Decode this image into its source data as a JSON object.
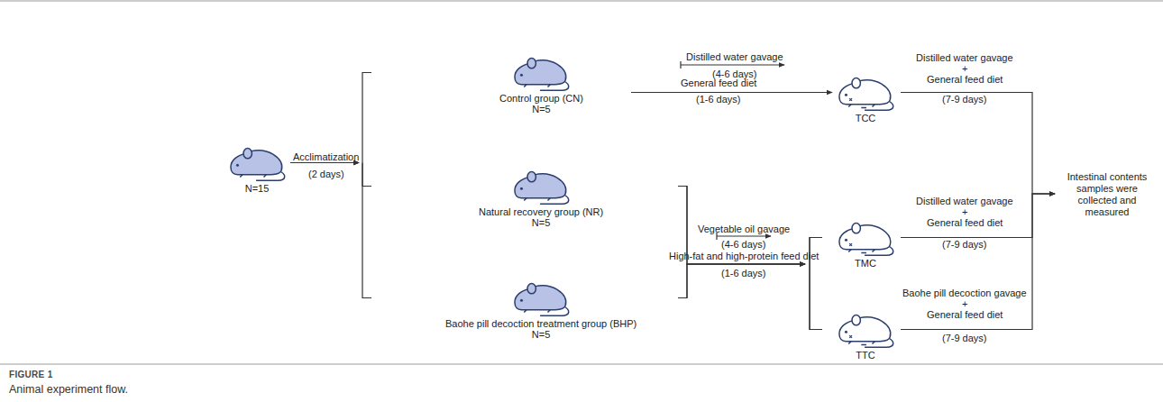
{
  "diagram": {
    "caption": "Animal experiment flow.",
    "nodes": [
      {
        "text": [
          "N=15"
        ]
      },
      {
        "text": [
          "Control group (CN)",
          "N=5"
        ]
      },
      {
        "text": [
          "Natural recovery group (NR)",
          "N=5"
        ]
      },
      {
        "text": [
          "Baohe pill decoction treatment group (BHP)",
          "N=5"
        ]
      },
      {
        "text": [
          "TCC"
        ]
      },
      {
        "text": [
          "TMC"
        ]
      },
      {
        "text": [
          "TTC"
        ]
      },
      {
        "text": [
          "Intestinal contents samples were collected and measured"
        ]
      }
    ],
    "edges": [
      {
        "from": 0,
        "to": 1,
        "arrow": "to"
      },
      {
        "from": 0,
        "to": 2,
        "arrow": "to"
      },
      {
        "from": 0,
        "to": 3,
        "arrow": "to"
      },
      {
        "from": 1,
        "to": 4,
        "arrow": "to"
      },
      {
        "from": 2,
        "to": 5,
        "arrow": "to"
      },
      {
        "from": 2,
        "to": 6,
        "arrow": "to"
      },
      {
        "from": 3,
        "to": 5,
        "arrow": "to"
      },
      {
        "from": 3,
        "to": 6,
        "arrow": "to"
      },
      {
        "from": 4,
        "to": 7,
        "arrow": "to"
      },
      {
        "from": 5,
        "to": 7,
        "arrow": "to"
      },
      {
        "from": 6,
        "to": 7,
        "arrow": "to"
      }
    ],
    "labels": [
      "Acclimatization",
      "(2 days)",
      "Distilled water gavage",
      "(4-6 days)",
      "General feed diet",
      "(1-6 days)",
      "Vegetable oil gavage",
      "(4-6 days)",
      "High-fat and high-protein feed diet",
      "(1-6 days)",
      "Distilled water gavage",
      "+",
      "General feed diet",
      "(7-9 days)",
      "Distilled water gavage",
      "+",
      "General feed diet",
      "(7-9 days)",
      "Baohe pill decoction gavage",
      "+",
      "General feed diet",
      "(7-9 days)",
      "FIGURE 1"
    ]
  }
}
